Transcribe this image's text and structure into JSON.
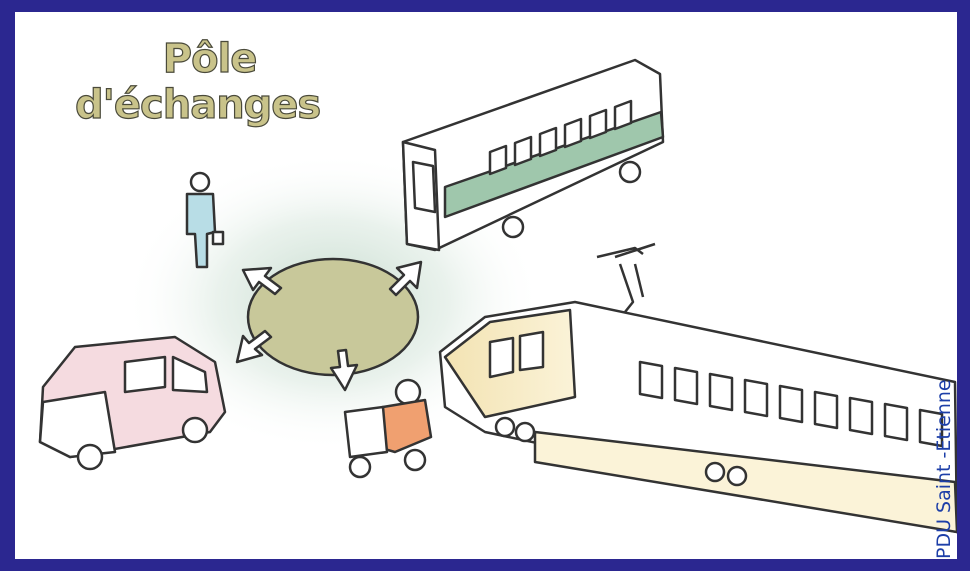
{
  "title": {
    "line1": "Pôle",
    "line2": "d'échanges"
  },
  "credit": "PDU Saint -Etienne",
  "colors": {
    "frame": "#2b2790",
    "background": "#ffffff",
    "hub_ellipse": "#c8c89a",
    "bus_stripe": "#9fc7ac",
    "train_stripe": "#f3e3b3",
    "car_body": "#f5dbe0",
    "scooter_rider": "#f0a070",
    "pedestrian": "#b8dde6",
    "title_fill": "#c9c38a",
    "credit_text": "#1d3fa8"
  },
  "icons": [
    "bus-icon",
    "train-icon",
    "car-icon",
    "scooter-icon",
    "pedestrian-icon",
    "exchange-hub-icon"
  ]
}
